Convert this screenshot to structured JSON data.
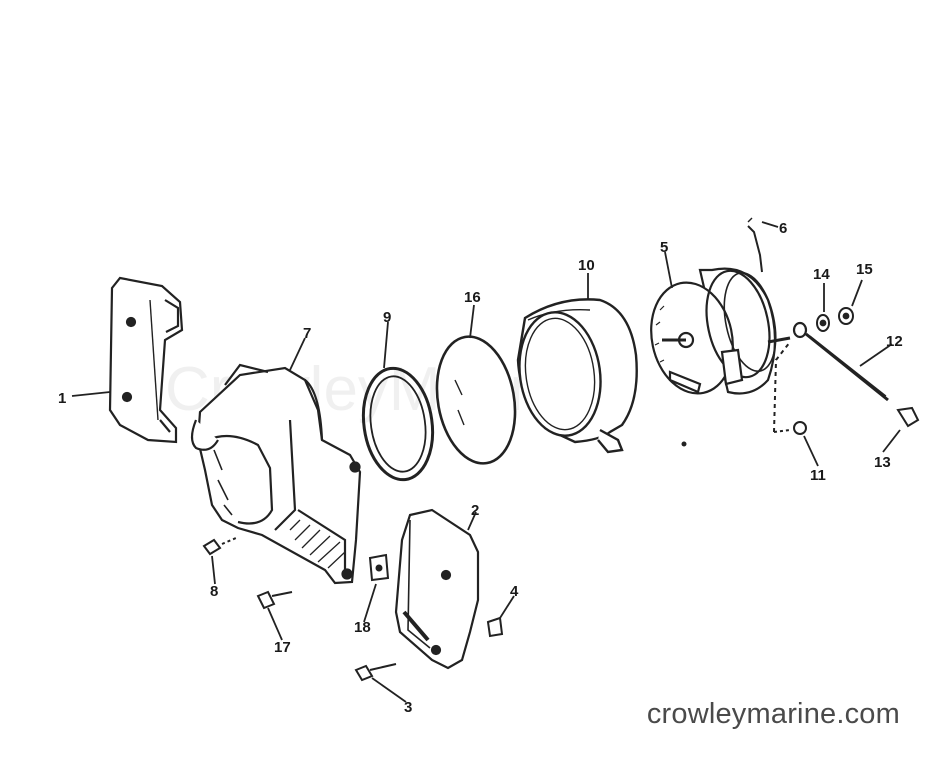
{
  "diagram": {
    "watermark": "CrowleyMarine",
    "footer_url": "crowleymarine.com",
    "callouts": [
      {
        "id": "1",
        "label": "1"
      },
      {
        "id": "2",
        "label": "2"
      },
      {
        "id": "3",
        "label": "3"
      },
      {
        "id": "4",
        "label": "4"
      },
      {
        "id": "5",
        "label": "5"
      },
      {
        "id": "6",
        "label": "6"
      },
      {
        "id": "7",
        "label": "7"
      },
      {
        "id": "8",
        "label": "8"
      },
      {
        "id": "9",
        "label": "9"
      },
      {
        "id": "10",
        "label": "10"
      },
      {
        "id": "11",
        "label": "11"
      },
      {
        "id": "12",
        "label": "12"
      },
      {
        "id": "13",
        "label": "13"
      },
      {
        "id": "14",
        "label": "14"
      },
      {
        "id": "15",
        "label": "15"
      },
      {
        "id": "16",
        "label": "16"
      },
      {
        "id": "17",
        "label": "17"
      },
      {
        "id": "18",
        "label": "18"
      }
    ]
  }
}
